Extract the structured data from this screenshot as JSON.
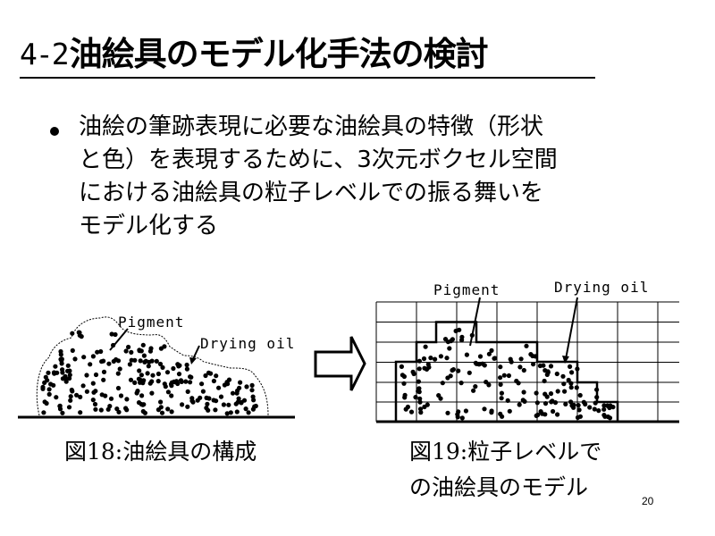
{
  "slide": {
    "title_number": "4-2",
    "title_text": "油絵具のモデル化手法の検討",
    "bullet_lines": [
      "油絵の筆跡表現に必要な油絵具の特徴（形状",
      "と色）を表現するために、3次元ボクセル空間",
      "における油絵具の粒子レベルでの振る舞いを",
      "モデル化する"
    ],
    "page_number": "20"
  },
  "figure18": {
    "label_pigment": "Pigment",
    "label_drying_oil": "Drying oil",
    "caption_fig": "図18:",
    "caption_text": "油絵具の構成"
  },
  "arrow": {
    "icon": "right-arrow-icon"
  },
  "figure19": {
    "label_pigment": "Pigment",
    "label_drying_oil": "Drying oil",
    "caption_fig": "図19:",
    "caption_line1": "粒子レベルで",
    "caption_line2": "の油絵具のモデル"
  }
}
